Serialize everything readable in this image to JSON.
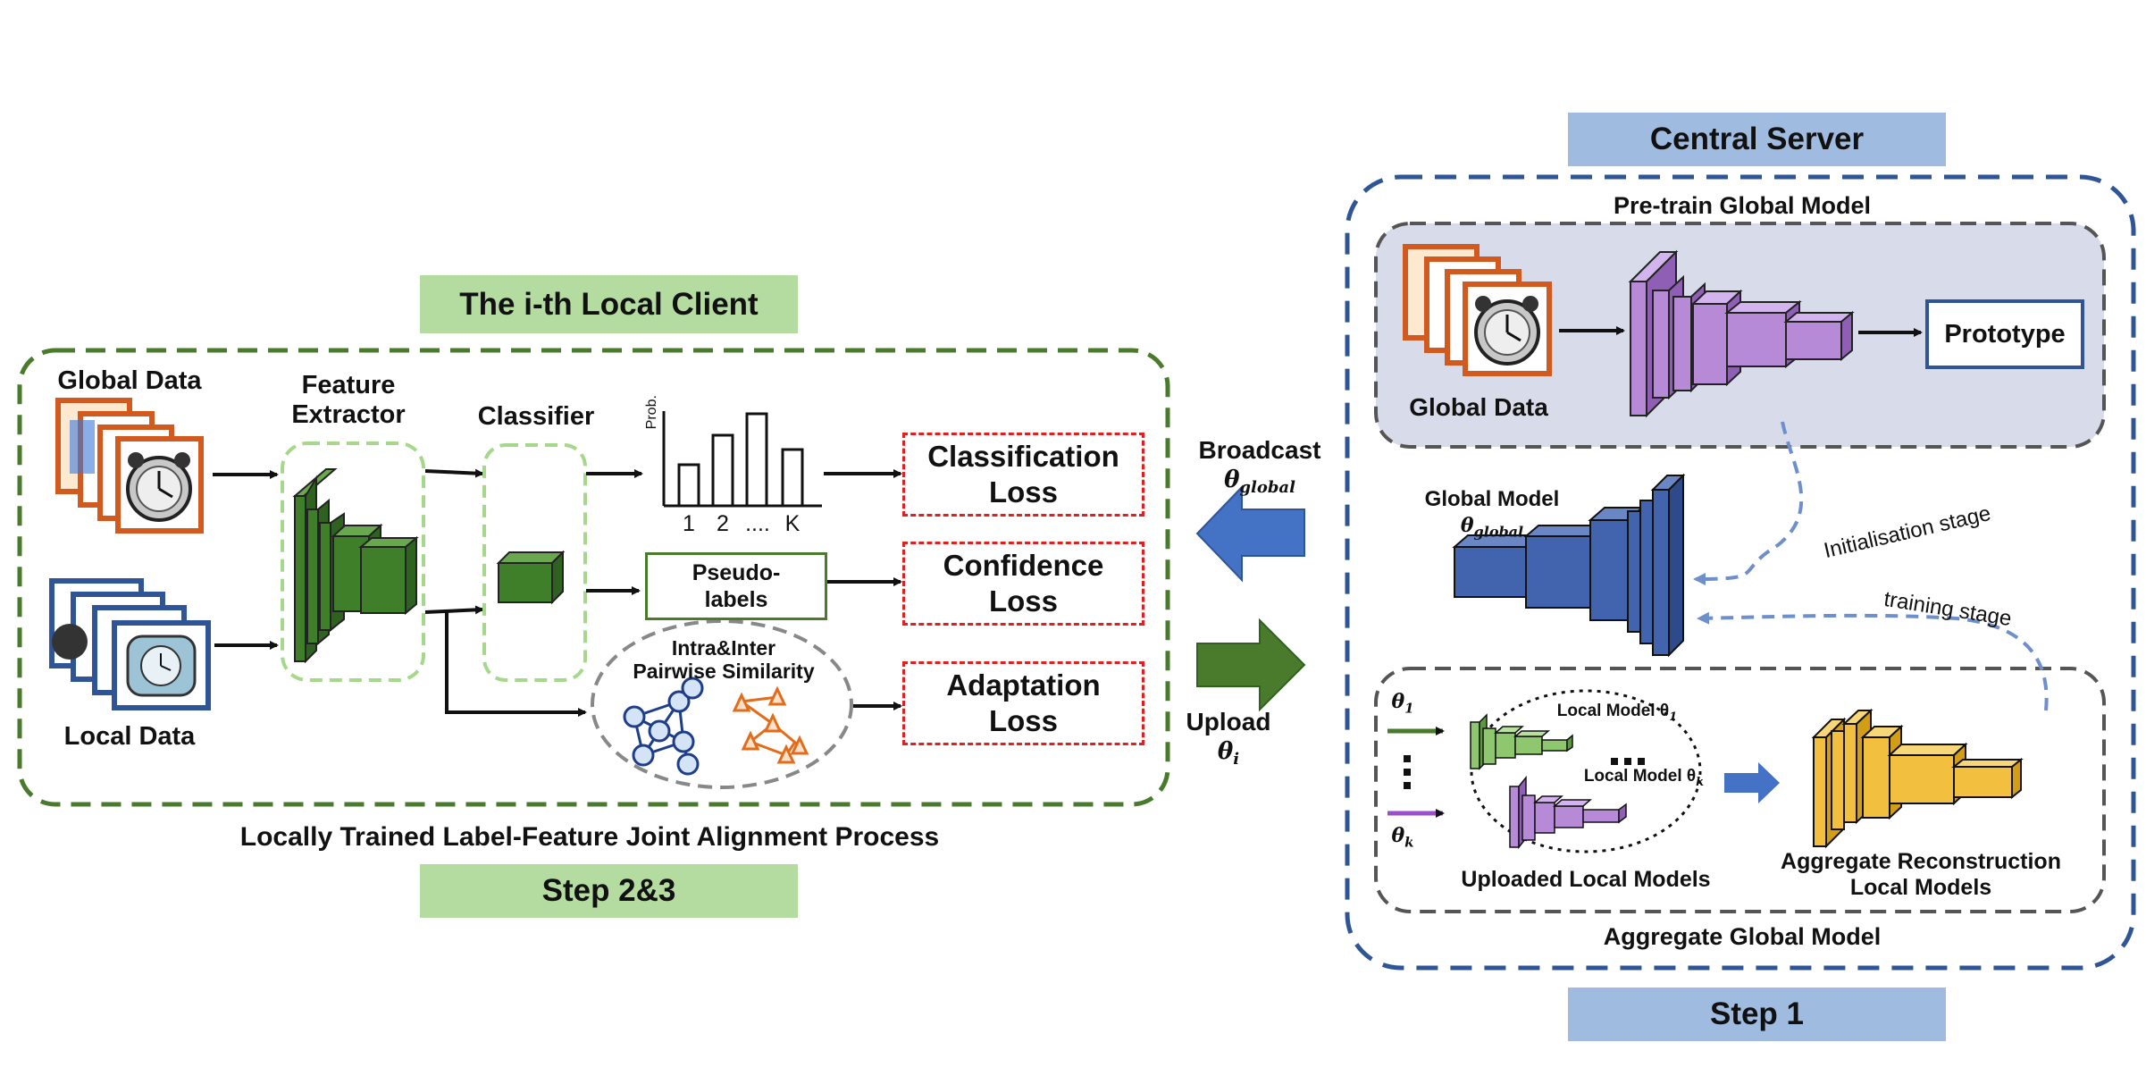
{
  "left_panel": {
    "banner_title": "The i-th Local Client",
    "global_data_label": "Global Data",
    "local_data_label": "Local Data",
    "feature_extractor_label": "Feature\nExtractor",
    "classifier_label": "Classifier",
    "prob_axis_label": "Prob.",
    "histogram_ticks": [
      "1",
      "2",
      "....",
      "K"
    ],
    "pseudo_labels": "Pseudo-\nlabels",
    "similarity_label": "Intra&Inter\nPairwise Similarity",
    "classification_loss": "Classification\nLoss",
    "confidence_loss": "Confidence\nLoss",
    "adaptation_loss": "Adaptation\nLoss",
    "process_caption": "Locally Trained Label-Feature Joint Alignment Process",
    "step_banner": "Step 2&3"
  },
  "middle": {
    "broadcast_label": "Broadcast",
    "broadcast_theta": "θ",
    "broadcast_sub": "global",
    "upload_label": "Upload",
    "upload_theta": "θ",
    "upload_sub": "i"
  },
  "right_panel": {
    "banner_title": "Central Server",
    "pretrain_title": "Pre-train Global Model",
    "global_data_label": "Global Data",
    "prototype_label": "Prototype",
    "global_model_label": "Global Model",
    "global_model_theta": "θ",
    "global_model_sub": "global",
    "initialisation_stage": "Initialisation stage",
    "training_stage": "training stage",
    "theta_1": "θ",
    "theta_1_sub": "1",
    "theta_k": "θ",
    "theta_k_sub": "k",
    "local_model_1": "Local Model θ",
    "local_model_1_sub": "1",
    "local_model_k": "Local Model θ",
    "local_model_k_sub": "k",
    "uploaded_local_models": "Uploaded Local Models",
    "aggregate_reconstruction": "Aggregate Reconstruction\nLocal Models",
    "aggregate_global_title": "Aggregate Global Model",
    "step_banner": "Step 1"
  },
  "colors": {
    "client_border": "#4a7a2c",
    "server_border": "#2f5597",
    "loss_border": "#e02020",
    "extractor_green": "#3f7f2a",
    "purple_model": "#b78ad8",
    "blue_model": "#4263ad",
    "yellow_model": "#f2c03e",
    "pretrain_bg": "#d7dbea"
  }
}
